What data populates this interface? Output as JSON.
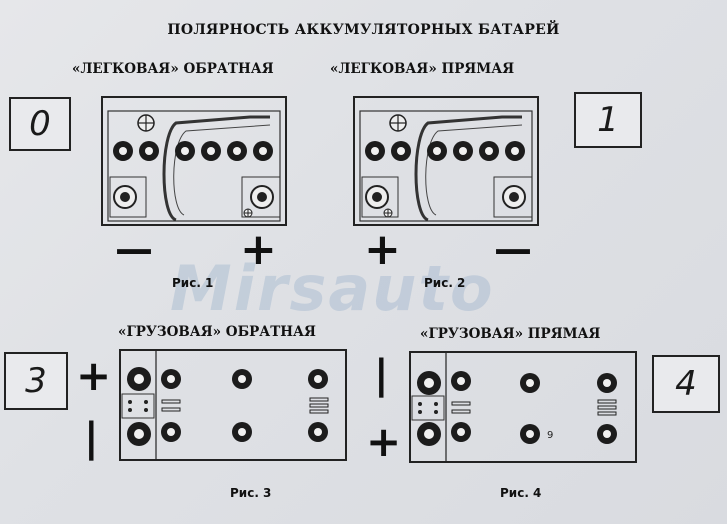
{
  "title": "ПОЛЯРНОСТЬ АККУМУЛЯТОРНЫХ БАТАРЕЙ",
  "watermark": "Mirsauto",
  "diagrams": [
    {
      "id": "0",
      "subtitle": "«ЛЕГКОВАЯ» ОБРАТНАЯ",
      "number": "0",
      "caption": "Рис. 1",
      "left_sign": "—",
      "right_sign": "+"
    },
    {
      "id": "1",
      "subtitle": "«ЛЕГКОВАЯ»  ПРЯМАЯ",
      "number": "1",
      "caption": "Рис. 2",
      "left_sign": "+",
      "right_sign": "—"
    },
    {
      "id": "3",
      "subtitle": "«ГРУЗОВАЯ» ОБРАТНАЯ",
      "number": "3",
      "caption": "Рис. 3",
      "top_sign": "+",
      "bottom_sign": "|"
    },
    {
      "id": "4",
      "subtitle": "«ГРУЗОВАЯ» ПРЯМАЯ",
      "number": "4",
      "caption": "Рис. 4",
      "top_sign": "|",
      "bottom_sign": "+",
      "label_9": "9"
    }
  ]
}
